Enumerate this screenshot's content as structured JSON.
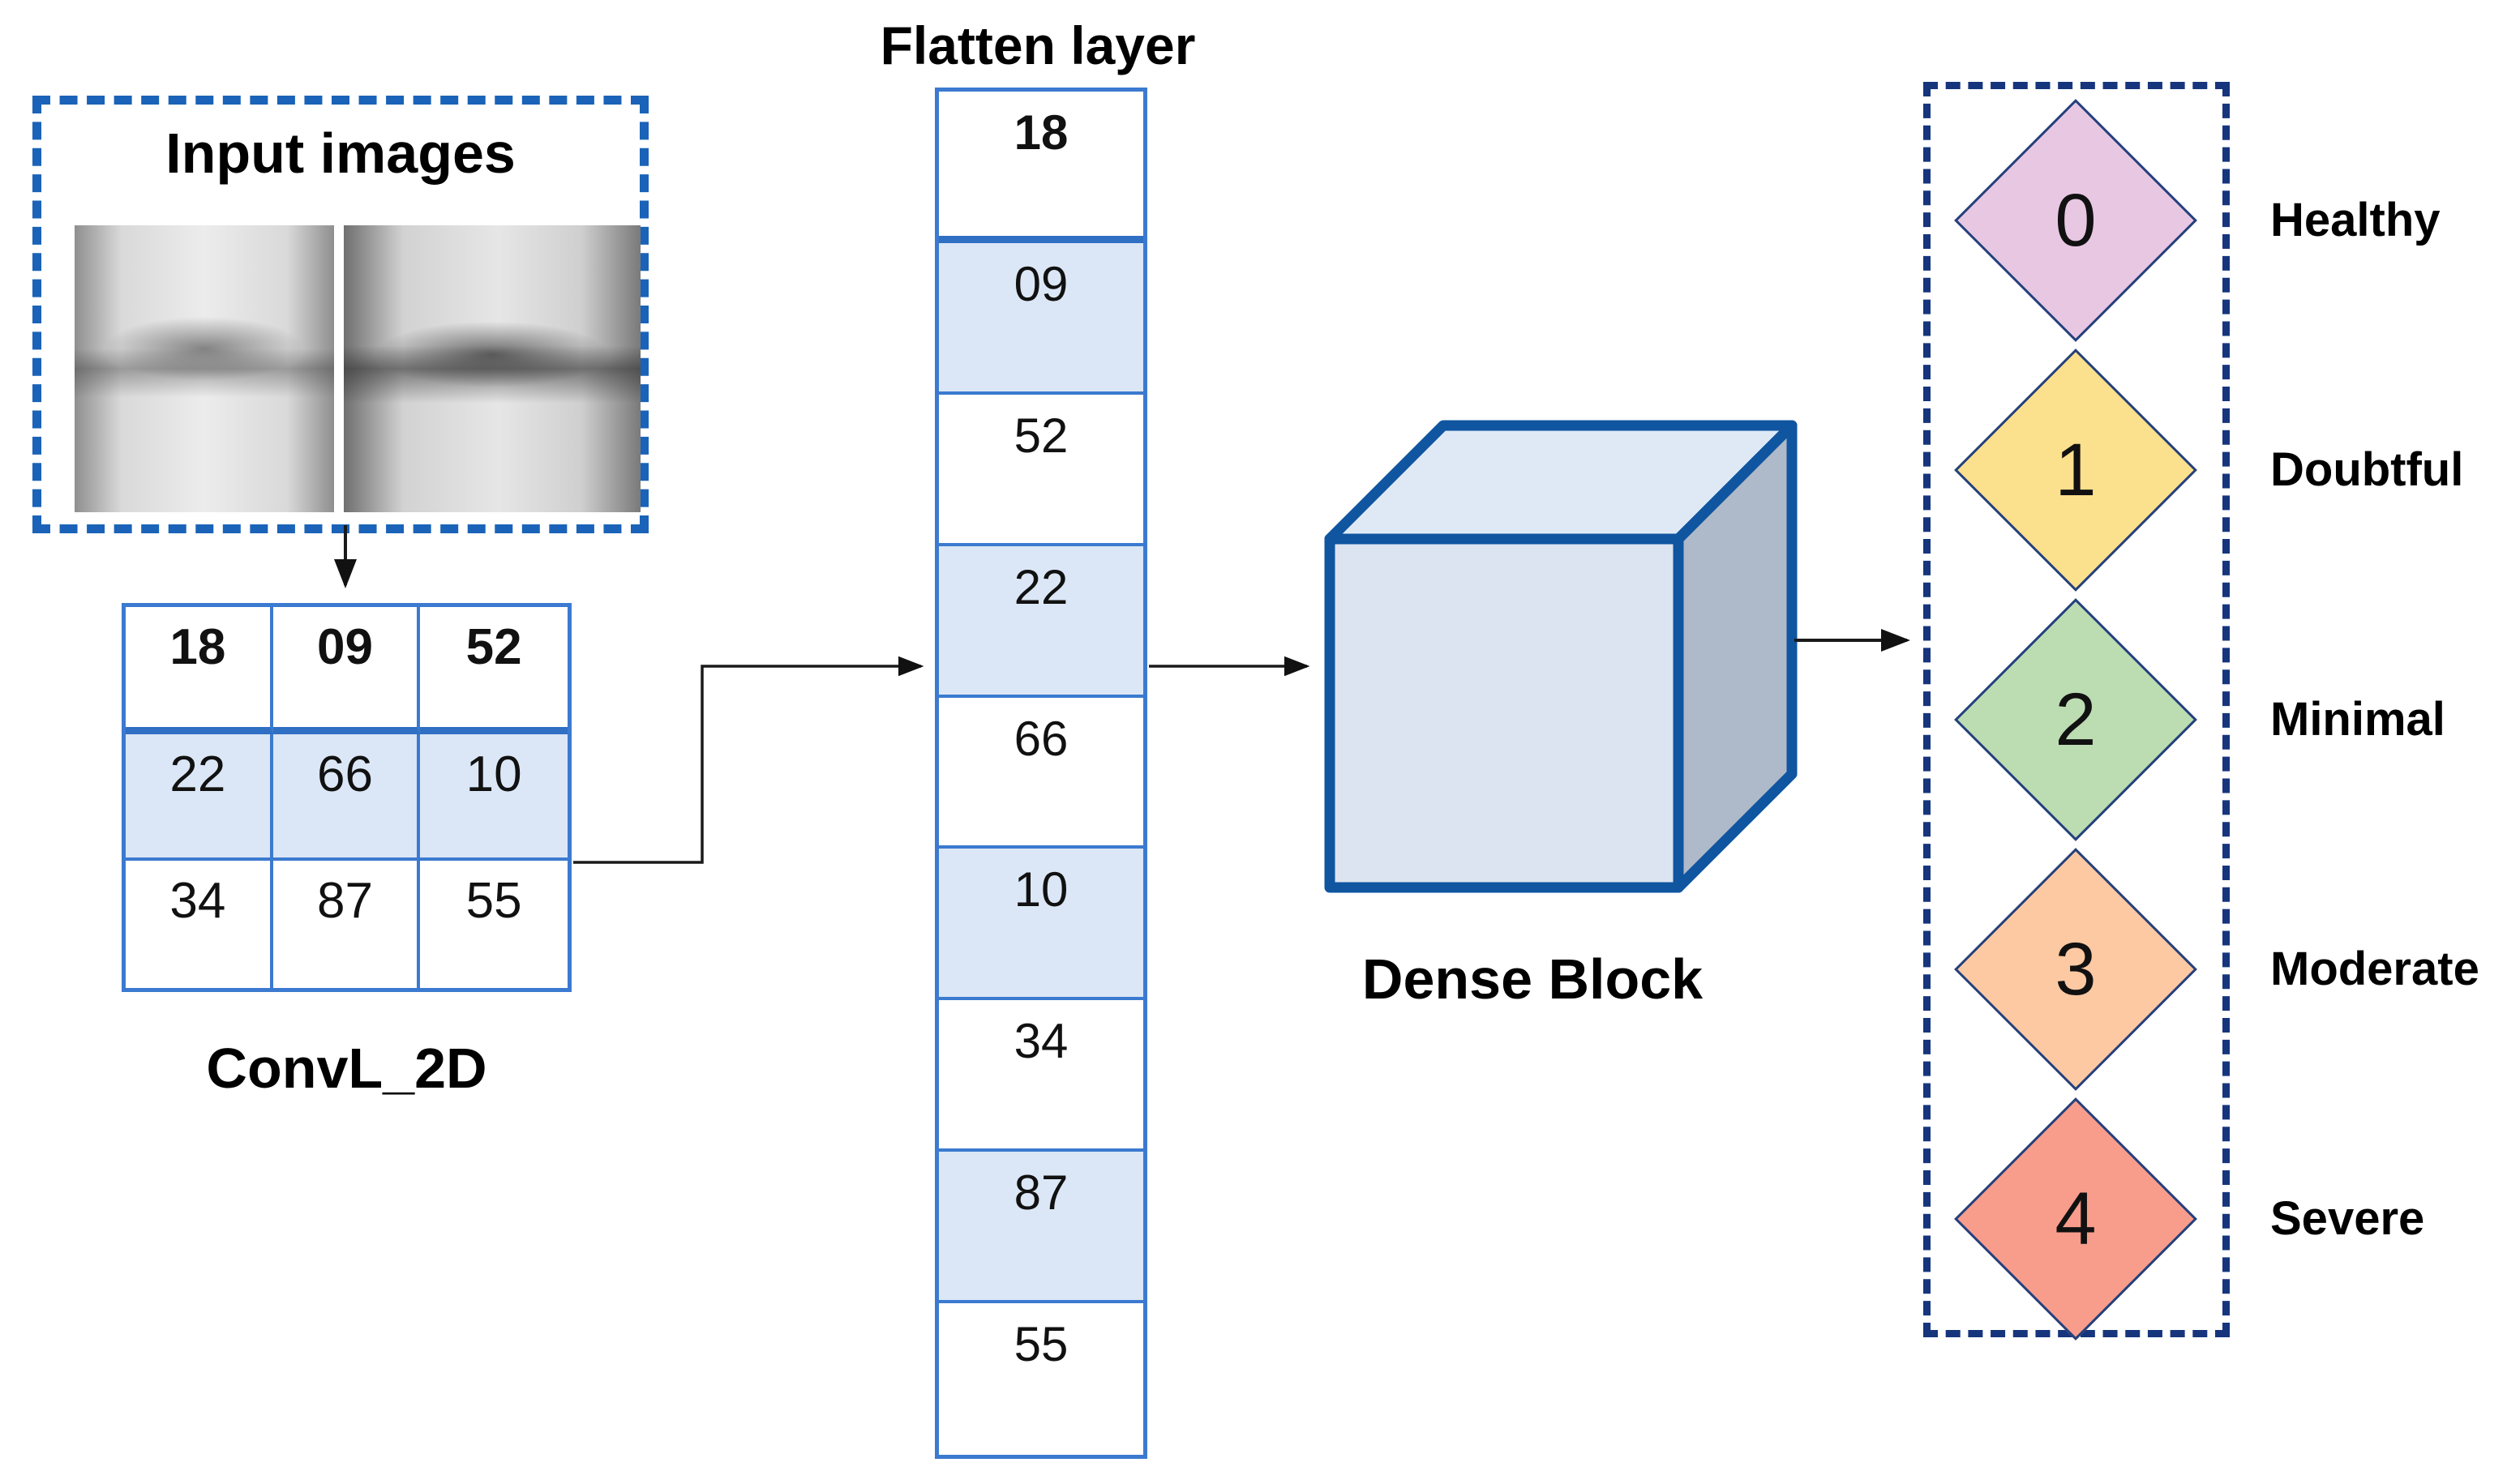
{
  "input_box": {
    "title": "Input images"
  },
  "conv_matrix": {
    "label": "ConvL_2D",
    "rows": [
      [
        "18",
        "09",
        "52"
      ],
      [
        "22",
        "66",
        "10"
      ],
      [
        "34",
        "87",
        "55"
      ]
    ]
  },
  "flatten": {
    "title": "Flatten layer",
    "cells": [
      "18",
      "09",
      "52",
      "22",
      "66",
      "10",
      "34",
      "87",
      "55"
    ]
  },
  "dense_block": {
    "label": "Dense Block"
  },
  "classes": [
    {
      "value": "0",
      "label": "Healthy",
      "color": "#e8c7e3"
    },
    {
      "value": "1",
      "label": "Doubtful",
      "color": "#fbe08d"
    },
    {
      "value": "2",
      "label": "Minimal",
      "color": "#bcdcb2"
    },
    {
      "value": "3",
      "label": "Moderate",
      "color": "#fcc9a2"
    },
    {
      "value": "4",
      "label": "Severe",
      "color": "#f89d8c"
    }
  ],
  "colors": {
    "input_box_dash": "#1a63b8",
    "grid_line": "#3b7ad0",
    "grid_line_thick": "#2f6fc4",
    "cell_shade": "#dbe7f6",
    "cube_edge": "#0f55a0",
    "cube_front": "#dce4f1",
    "cube_top": "#dfe9f6",
    "cube_side": "#aeb9c9",
    "class_box_dash": "#16357d",
    "diamond_stroke": "#24407c",
    "connector": "#1a1a1a"
  }
}
